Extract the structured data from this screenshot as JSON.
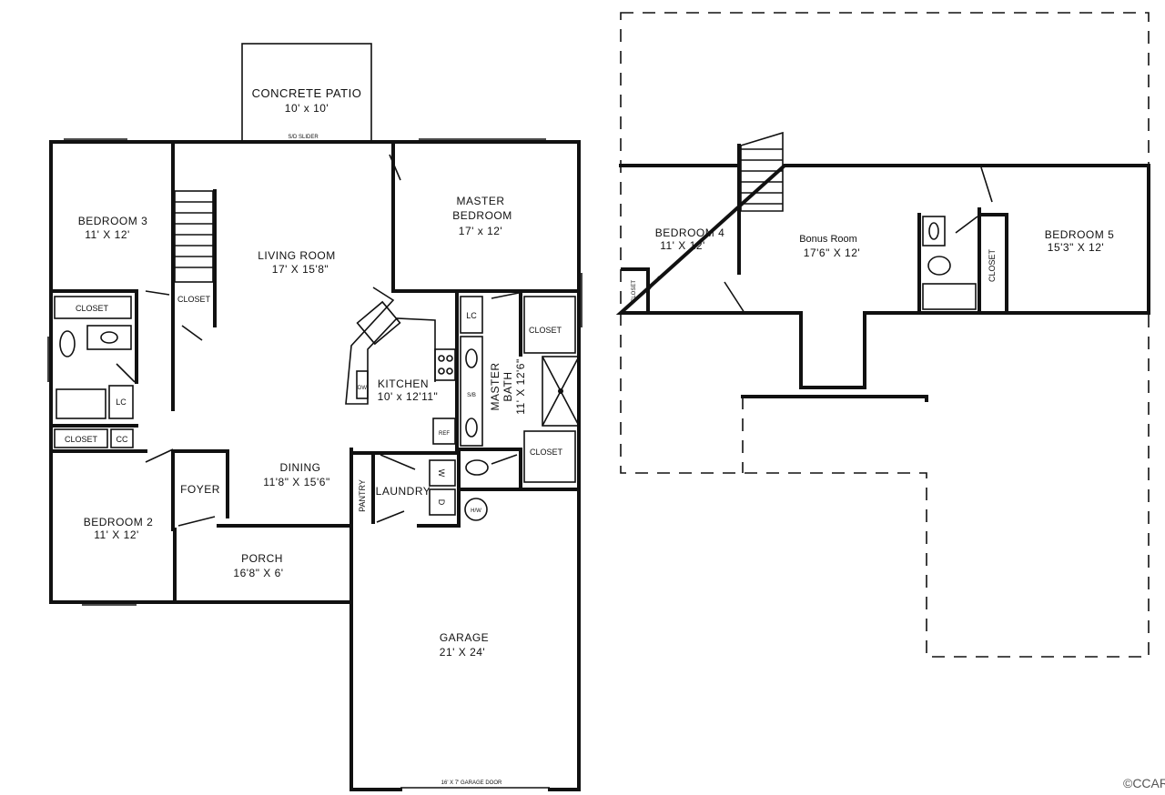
{
  "first_floor": {
    "patio": {
      "name": "CONCRETE PATIO",
      "size": "10' x 10'"
    },
    "slider": "S/D SLIDER",
    "bedroom3": {
      "name": "BEDROOM 3",
      "size": "11' X 12'"
    },
    "bedroom2": {
      "name": "BEDROOM 2",
      "size": "11' X 12'"
    },
    "living": {
      "name": "LIVING ROOM",
      "size": "17' X 15'8\""
    },
    "master": {
      "name_1": "MASTER",
      "name_2": "BEDROOM",
      "size": "17' x 12'"
    },
    "kitchen": {
      "name": "KITCHEN",
      "size": "10' x 12'11\""
    },
    "master_bath": {
      "name_1": "MASTER",
      "name_2": "BATH",
      "size": "11' X 12'6\""
    },
    "dining": {
      "name": "DINING",
      "size": "11'8\" X 15'6\""
    },
    "foyer": "FOYER",
    "pantry": "PANTRY",
    "laundry": "LAUNDRY",
    "porch": {
      "name": "PORCH",
      "size": "16'8\" X 6'"
    },
    "garage": {
      "name": "GARAGE",
      "size": "21' X 24'"
    },
    "garage_door": "16' X 7' GARAGE DOOR",
    "closet": "CLOSET",
    "lc": "LC",
    "cc": "CC",
    "dw": "DW",
    "ref": "REF",
    "sb": "S/B",
    "hw": "H/W",
    "washer": "W",
    "dryer": "D"
  },
  "second_floor": {
    "bedroom4": {
      "name": "BEDROOM 4",
      "size": "11' X 12'"
    },
    "bonus": {
      "name": "Bonus Room",
      "size": "17'6\" X 12'"
    },
    "bedroom5": {
      "name": "BEDROOM 5",
      "size": "15'3\" X 12'"
    },
    "closet": "CLOSET"
  },
  "watermark": "©CCAR"
}
